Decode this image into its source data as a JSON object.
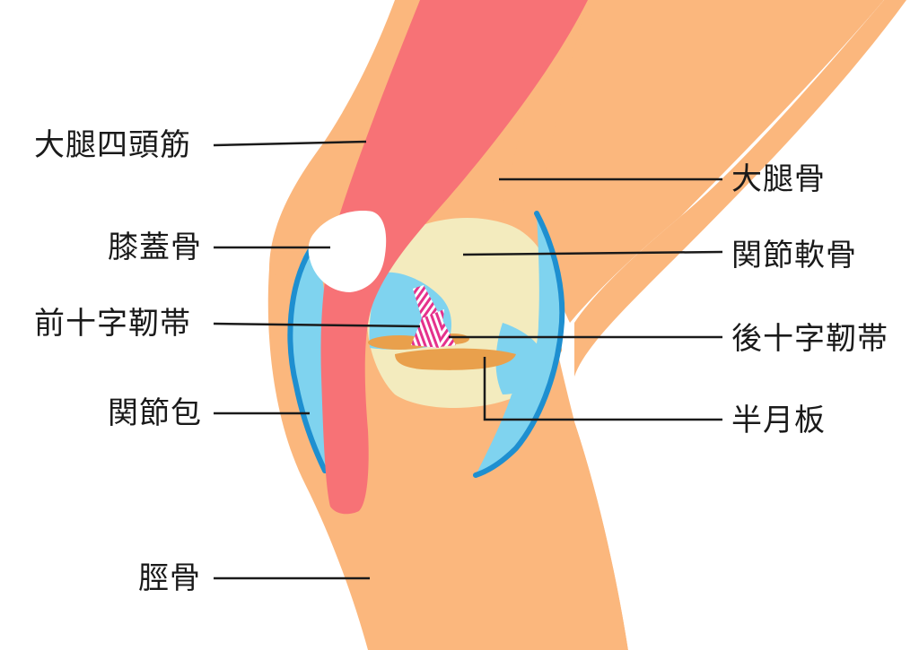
{
  "diagram": {
    "colors": {
      "skin": "#FBB77D",
      "muscle": "#F77276",
      "patella": "#FFFFFF",
      "cartilage": "#F3EBBE",
      "joint_fluid": "#7FD3EF",
      "capsule_outline": "#1E8FD0",
      "meniscus": "#E9A04C",
      "ligament": "#E5318C",
      "bone_shadow": "#E8E8E8",
      "leader_line": "#1A1A1A"
    },
    "labels": {
      "quadriceps": "大腿四頭筋",
      "patella": "膝蓋骨",
      "acl": "前十字靭帯",
      "joint_capsule": "関節包",
      "tibia": "脛骨",
      "femur": "大腿骨",
      "articular_cartilage": "関節軟骨",
      "pcl": "後十字靭帯",
      "meniscus": "半月板"
    }
  }
}
